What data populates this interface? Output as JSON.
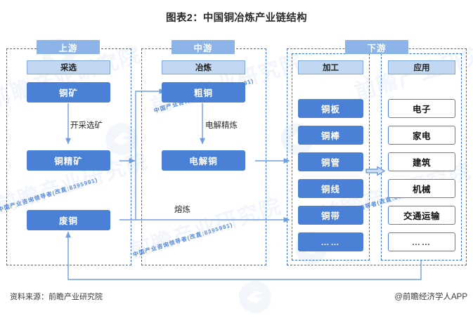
{
  "title": "图表2：中国铜冶炼产业链结构",
  "footer": {
    "source": "资料来源：前瞻产业研究院",
    "app": "@前瞻经济学人APP"
  },
  "colors": {
    "stage_header_bg": "#8cb3e8",
    "sub_header_bg": "#c2d8f2",
    "node_fill": "#4a80d6",
    "node_text": "#ffffff",
    "outline_node_border": "#4a80d6",
    "dashed_border": "#2f6fd0",
    "connector": "#6e9ee0",
    "title_text": "#2b2b2b"
  },
  "stages": {
    "upstream": {
      "header": "上游",
      "sub_header": "采选",
      "nodes": [
        "铜矿",
        "铜精矿",
        "废铜"
      ]
    },
    "midstream": {
      "header": "中游",
      "sub_header": "冶炼",
      "nodes": [
        "粗铜",
        "电解铜"
      ]
    },
    "downstream": {
      "header": "下游",
      "processing": {
        "sub_header": "加工",
        "nodes": [
          "铜板",
          "铜棒",
          "铜管",
          "铜线",
          "铜带",
          "……"
        ]
      },
      "application": {
        "sub_header": "应用",
        "nodes": [
          "电子",
          "家电",
          "建筑",
          "机械",
          "交通运输",
          "……"
        ]
      }
    }
  },
  "edge_labels": {
    "mining": "开采选矿",
    "electro_refining": "电解精炼",
    "smelting": "熔炼"
  },
  "watermark": {
    "brand": "前瞻产业研究院",
    "sub": "中国产业咨询领导者(改直:8395991)",
    "code": "839599"
  }
}
